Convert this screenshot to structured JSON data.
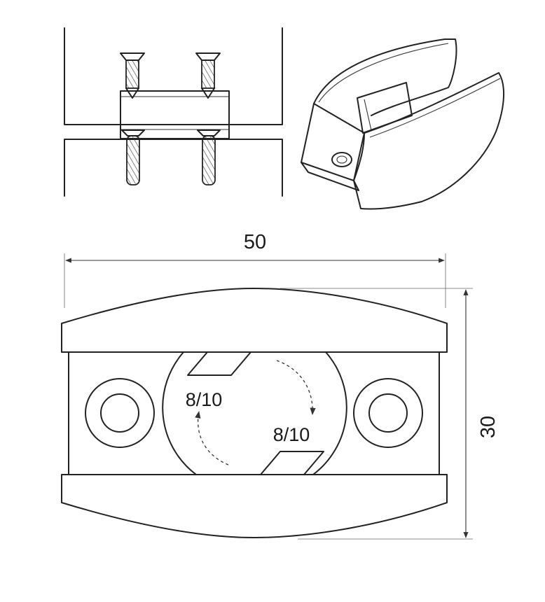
{
  "dimensions": {
    "width_label": "50",
    "height_label": "30"
  },
  "glass_thickness": {
    "upper": "8/10",
    "lower": "8/10"
  },
  "colors": {
    "line": "#222222",
    "background": "#ffffff"
  }
}
